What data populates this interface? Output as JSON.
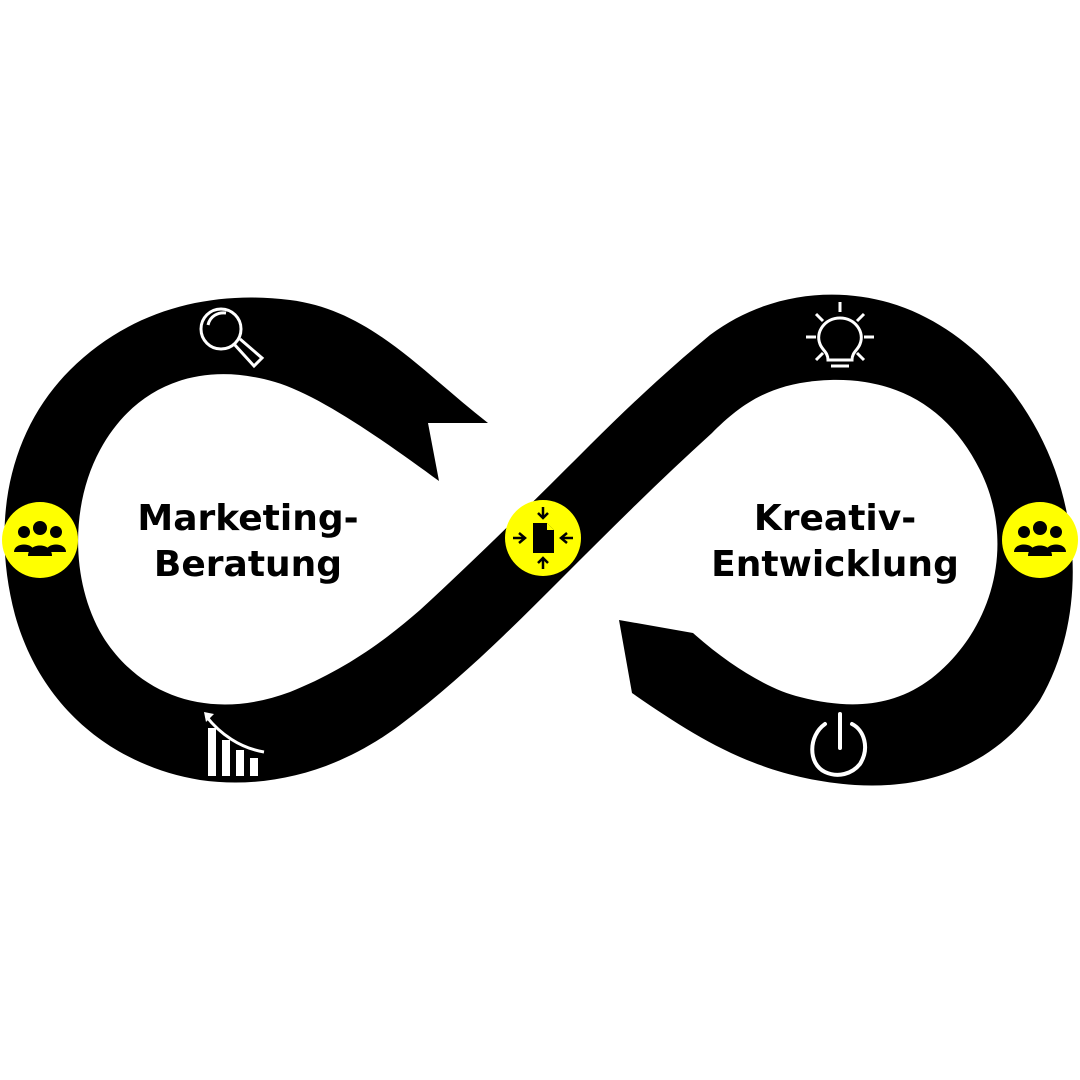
{
  "colors": {
    "band": "#000000",
    "background": "#ffffff",
    "accent": "#ffff00",
    "icon_on_band": "#ffffff",
    "icon_on_accent": "#000000"
  },
  "labels": {
    "left_line1": "Marketing-",
    "left_line2": "Beratung",
    "right_line1": "Kreativ-",
    "right_line2": "Entwicklung"
  },
  "icons": {
    "band": [
      "magnifier-icon",
      "lightbulb-icon",
      "bar-chart-trend-icon",
      "power-icon"
    ],
    "accent_circles": [
      "team-icon",
      "merge-document-icon",
      "team-icon"
    ]
  }
}
